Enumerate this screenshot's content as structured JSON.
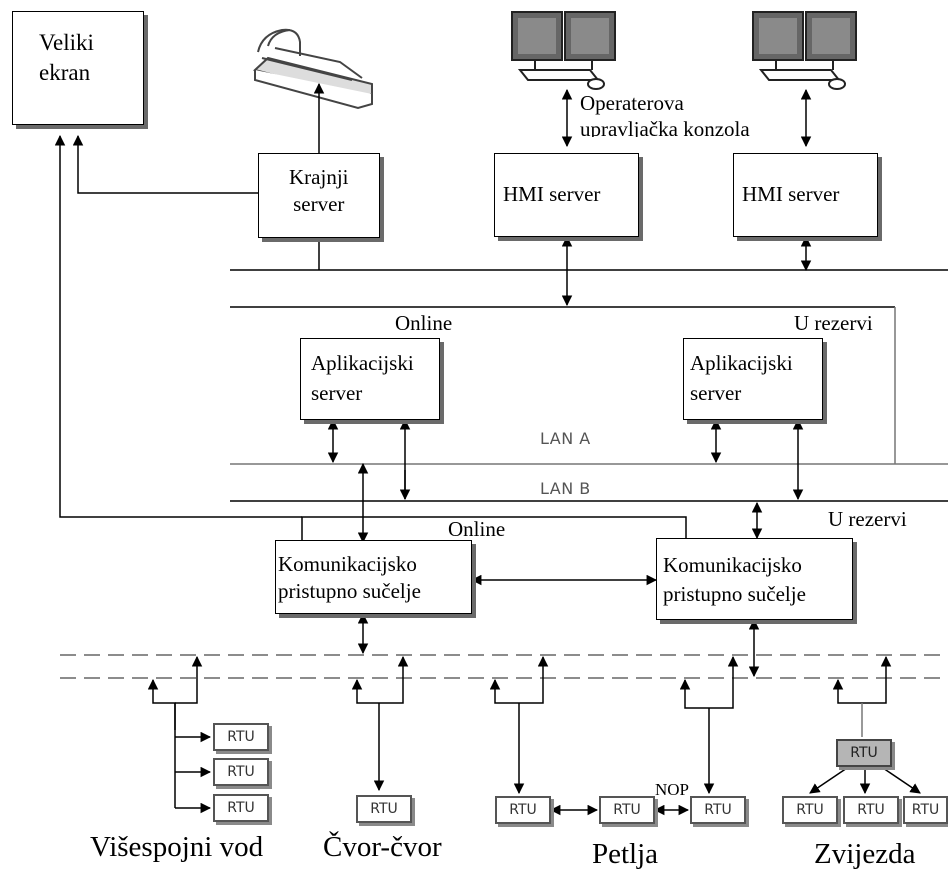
{
  "nodes": {
    "veliki_ekran": "Veliki\nekran",
    "krajnji_server": "Krajnji\nserver",
    "hmi_server_1": "HMI server",
    "hmi_server_2": "HMI server",
    "aplikacijski_server_1": "Aplikacijski\nserver",
    "aplikacijski_server_2": "Aplikacijski\nserver",
    "kps_1": "Komunikacijsko\npristupno sučelje",
    "kps_2": "Komunikacijsko\npristupno sučelje"
  },
  "labels": {
    "operator_console_line1": "Operaterova",
    "operator_console_line2": "upravljačka konzola",
    "online_1": "Online",
    "reserve_1": "U rezervi",
    "online_2": "Online",
    "reserve_2": "U rezervi",
    "lan_a": "LAN A",
    "lan_b": "LAN B",
    "nop": "NOP"
  },
  "rtu": {
    "label": "RTU"
  },
  "topologies": {
    "visespojni_vod": "Višespojni vod",
    "cvor_cvor": "Čvor-čvor",
    "petlja": "Petlja",
    "zvijezda": "Zvijezda"
  },
  "icons": [
    "printer-icon",
    "workstation-icon"
  ]
}
